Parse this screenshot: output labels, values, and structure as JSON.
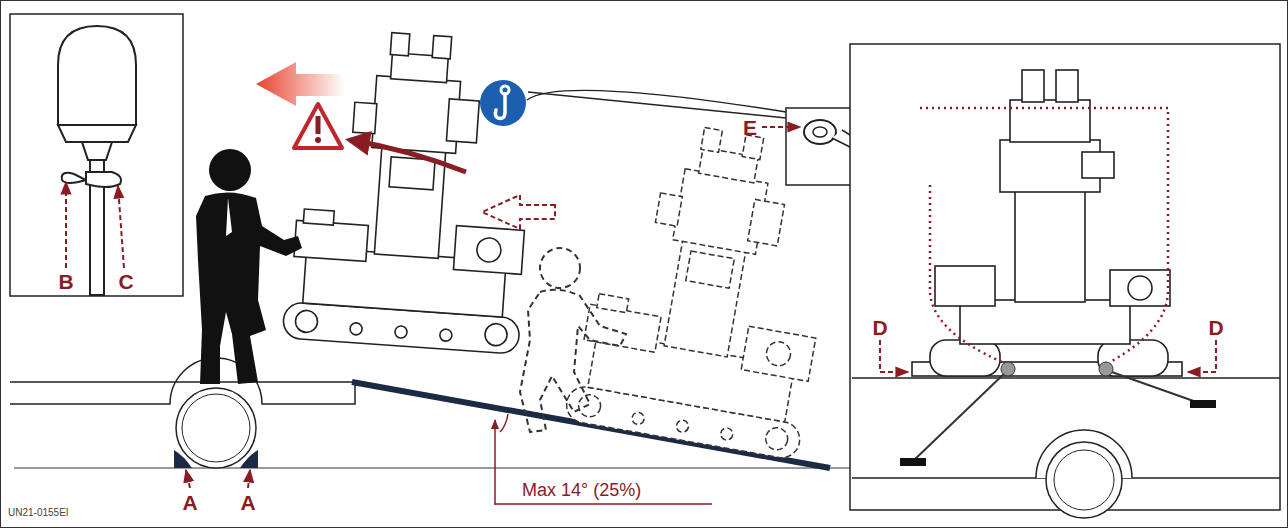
{
  "diagram": {
    "labels": [
      "B",
      "C",
      "E",
      "D",
      "D",
      "A",
      "A",
      "Max 14° (25%)",
      "UN21-0155EI"
    ]
  }
}
